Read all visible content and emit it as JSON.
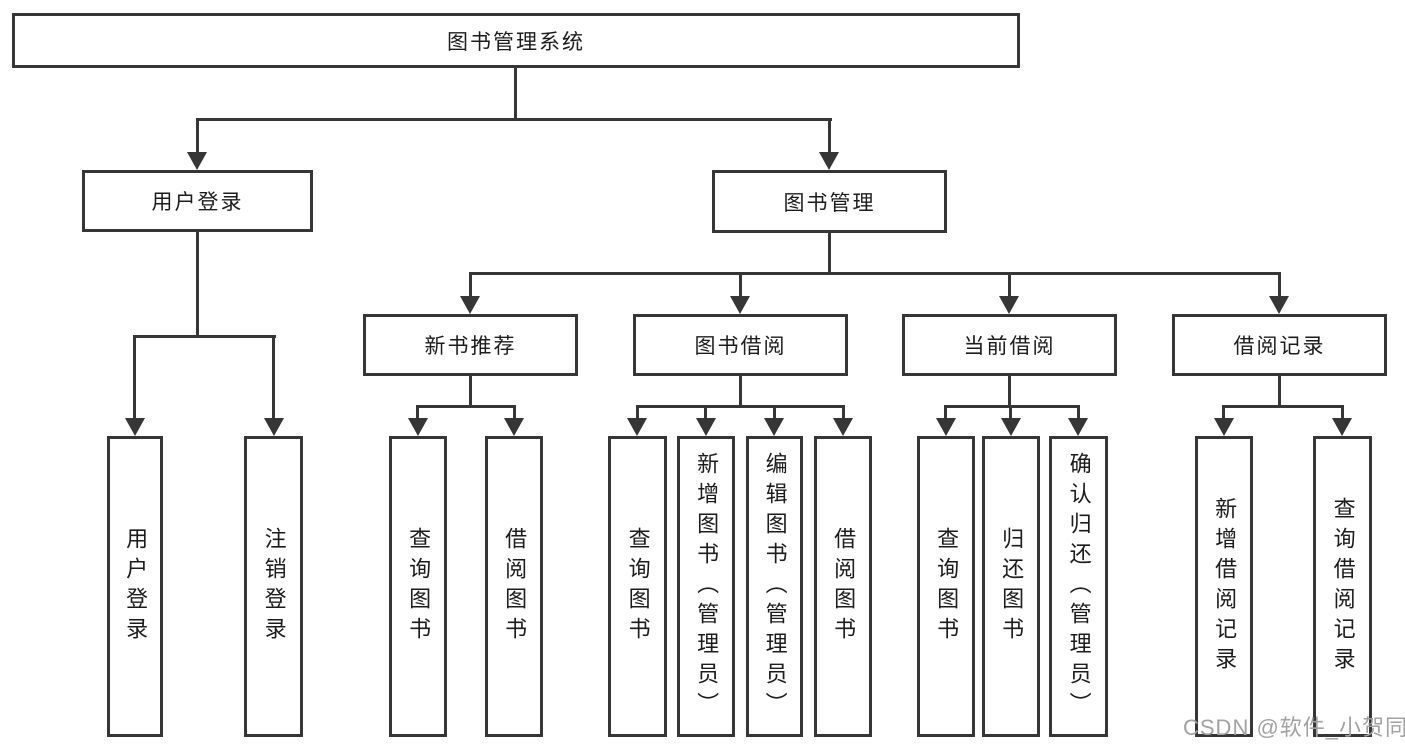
{
  "title": {
    "label": "图书管理系统"
  },
  "level2": {
    "user_login": "用户登录",
    "book_management": "图书管理"
  },
  "level3": {
    "new_book_recommend": "新书推荐",
    "book_borrow": "图书借阅",
    "current_borrow": "当前借阅",
    "borrow_record": "借阅记录"
  },
  "leaves": {
    "user_login_action": "用户登录",
    "logout_action": "注销登录",
    "nbr_query_book": "查询图书",
    "nbr_borrow_book": "借阅图书",
    "bb_query_book": "查询图书",
    "bb_add_book": "新增图书（管理员）",
    "bb_edit_book": "编辑图书（管理员）",
    "bb_borrow_book": "借阅图书",
    "cb_query_book": "查询图书",
    "cb_return_book": "归还图书",
    "cb_confirm_return": "确认归还（管理员）",
    "br_add_record": "新增借阅记录",
    "br_query_record": "查询借阅记录"
  },
  "watermark": "CSDN @软件_小贺同学",
  "colors": {
    "line": "#363636",
    "text": "#1c1c1c",
    "watermark": "#a2a2a2",
    "background": "#ffffff"
  }
}
